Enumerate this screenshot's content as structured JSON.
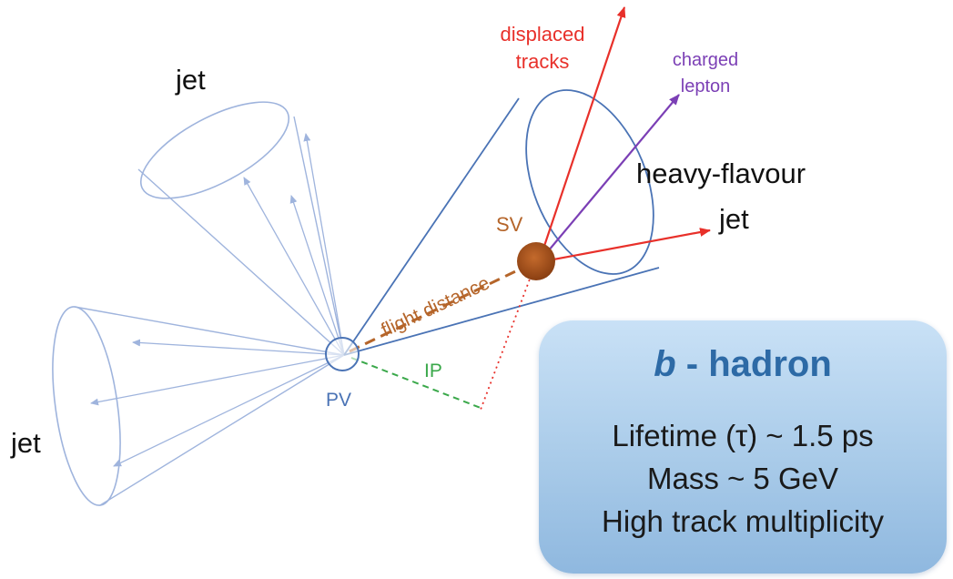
{
  "labels": {
    "jet_top": "jet",
    "jet_left": "jet",
    "displaced_tracks_1": "displaced",
    "displaced_tracks_2": "tracks",
    "charged_lepton_1": "charged",
    "charged_lepton_2": "lepton",
    "heavy_flavour_1": "heavy-flavour",
    "heavy_flavour_2": "jet",
    "sv": "SV",
    "pv": "PV",
    "ip": "IP",
    "flight_distance": "flight distance"
  },
  "info_box": {
    "title_letter": "b",
    "title_rest": " - hadron",
    "line1": "Lifetime (τ) ~ 1.5 ps",
    "line2": "Mass ~ 5 GeV",
    "line3": "High track multiplicity"
  },
  "colors": {
    "cone": "#4a73b5",
    "cone_light": "#9fb4dd",
    "track_red": "#e8302a",
    "lepton_purple": "#7b3fb5",
    "flight_orange": "#b5652a",
    "ip_green": "#3aa84a",
    "box_title": "#2d6aa6"
  }
}
